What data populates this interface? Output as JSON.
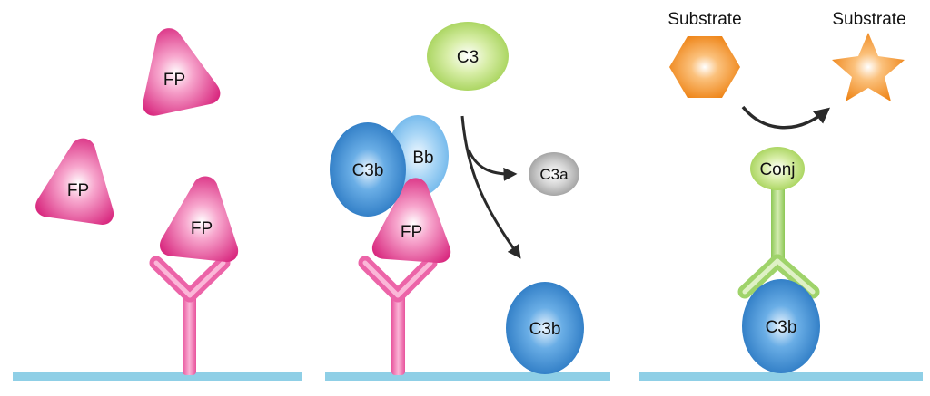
{
  "panel1": {
    "fp_labels": [
      "FP",
      "FP",
      "FP"
    ]
  },
  "panel2": {
    "c3": "C3",
    "c3b_complex": "C3b",
    "bb": "Bb",
    "fp": "FP",
    "c3a": "C3a",
    "c3b_product": "C3b"
  },
  "panel3": {
    "substrate_before": "Substrate",
    "substrate_after": "Substrate",
    "conj": "Conj",
    "c3b": "C3b"
  },
  "colors": {
    "surface": "#8fcfe6",
    "fp_pink": "#e0388a",
    "antibody_pink": "#f07ab8",
    "c3_green": "#a9d55c",
    "conj_green": "#9fd36a",
    "c3b_blue": "#2f7fc8",
    "bb_lightblue": "#7cc0ec",
    "c3a_gray": "#a0a0a0",
    "substrate_orange": "#f08a1e",
    "arrow": "#2a2a2a"
  },
  "icons": [
    "antibody-icon",
    "hexagon-icon",
    "star-icon",
    "curved-arrow-icon"
  ]
}
